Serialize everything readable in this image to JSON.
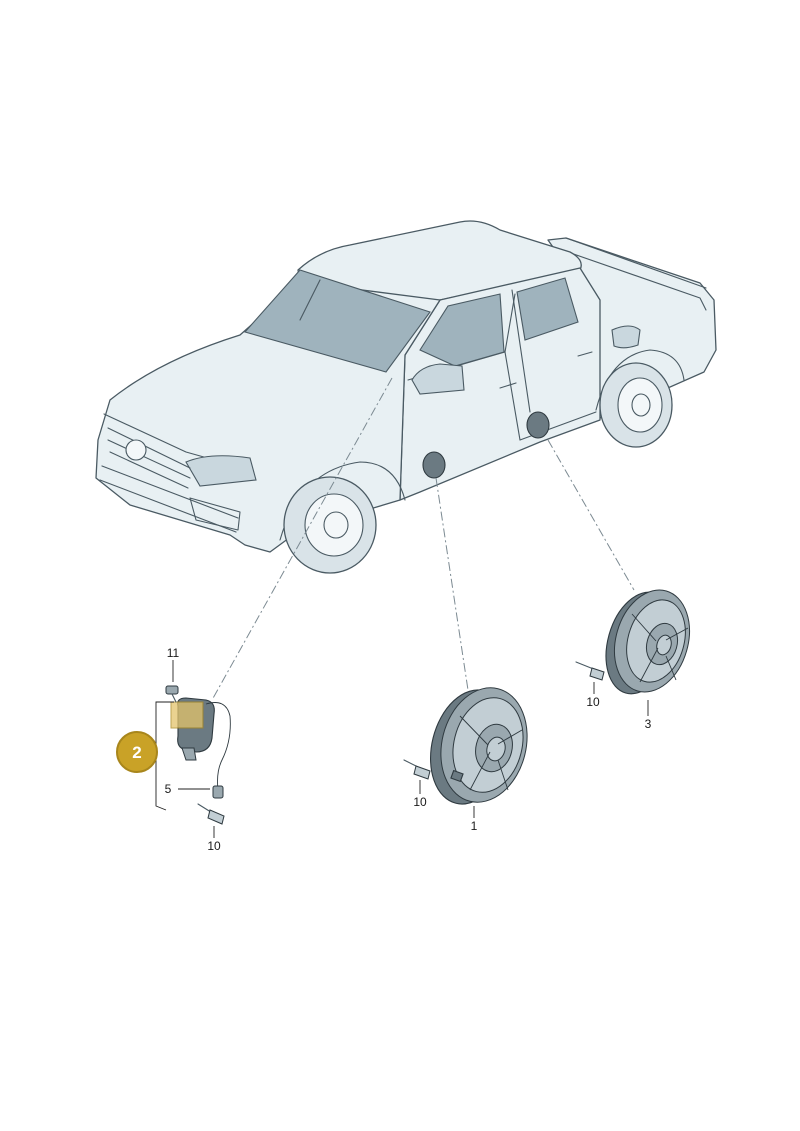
{
  "callouts": {
    "speaker_front_left": "1",
    "horn_unit": "2",
    "speaker_rear_left": "3",
    "connector": "5",
    "screw_a": "10",
    "screw_b": "10",
    "screw_c": "10",
    "bolt": "11"
  },
  "colors": {
    "badge": "#c9a227",
    "badge_border": "#a8861c",
    "part_highlight": "#e3c46b",
    "body_line": "#4a5a63",
    "glass": "#9fb3bd"
  },
  "icons": {
    "vehicle": "pickup-truck-illustration",
    "speaker": "loudspeaker-illustration",
    "screw": "screw-illustration",
    "horn": "alarm-horn-illustration"
  }
}
